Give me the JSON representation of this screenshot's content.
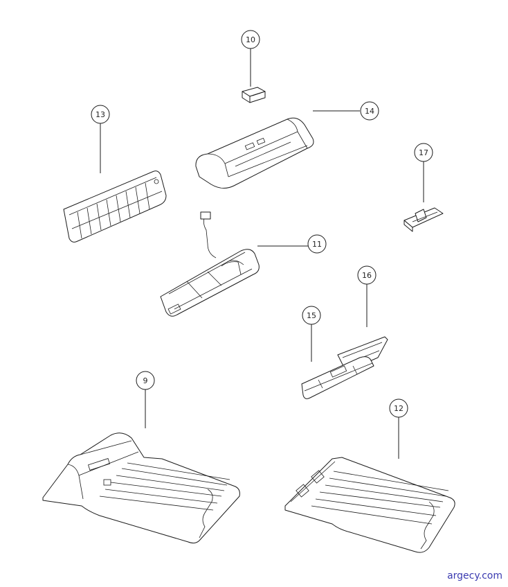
{
  "callouts": [
    "10",
    "14",
    "13",
    "17",
    "11",
    "16",
    "15",
    "9",
    "12"
  ],
  "watermark": "argecy.com"
}
